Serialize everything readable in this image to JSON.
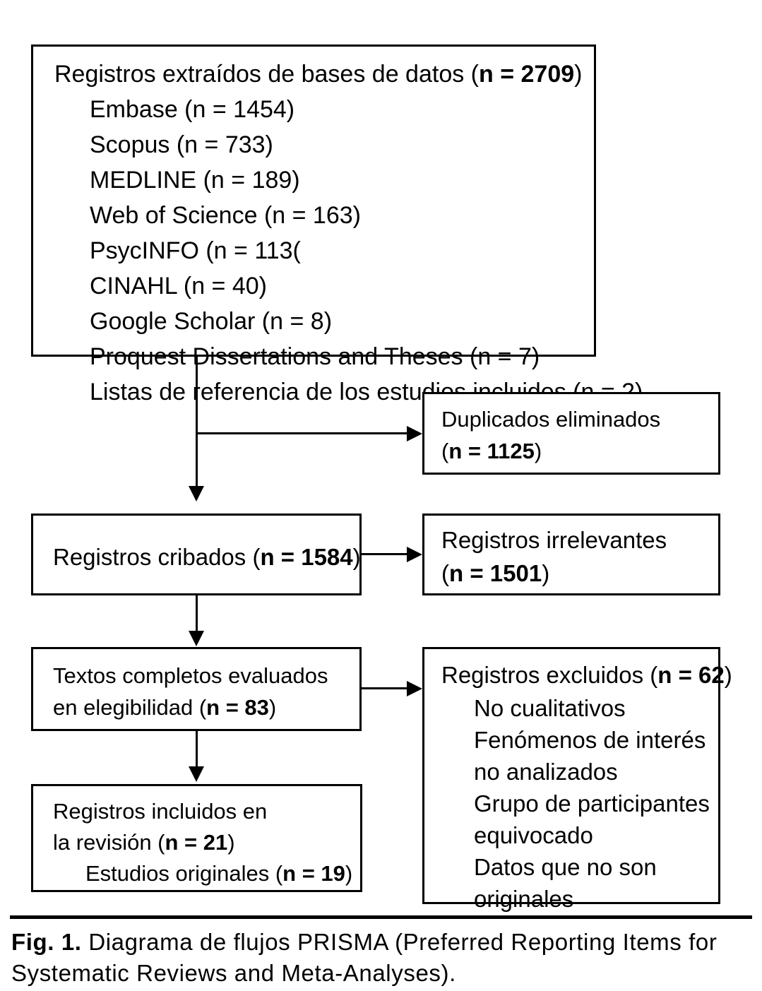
{
  "figure": {
    "caption_label": "Fig. 1.",
    "caption_text": " Diagrama de flujos PRISMA (Preferred Reporting Items for Systematic Reviews and Meta-Analyses)."
  },
  "colors": {
    "stroke": "#000000",
    "background": "#ffffff",
    "text": "#000000"
  },
  "identification_box": {
    "heading_prefix": "Registros extraídos de bases de datos (",
    "heading_n_bold": "n = 2709",
    "heading_suffix": ")",
    "sources": [
      "Embase (n = 1454)",
      "Scopus (n = 733)",
      "MEDLINE (n = 189)",
      "Web of Science (n = 163)",
      "PsycINFO (n = 113(",
      "CINAHL (n = 40)",
      "Google Scholar (n = 8)",
      "Proquest Dissertations and Theses (n = 7)",
      "Listas de referencia de los estudios incluidos (n = 2)"
    ]
  },
  "duplicates_box": {
    "line1": "Duplicados eliminados",
    "line2_prefix": "(",
    "line2_n_bold": "n = 1125",
    "line2_suffix": ")"
  },
  "screened_box": {
    "prefix": "Registros cribados (",
    "n_bold": "n = 1584",
    "suffix": ")"
  },
  "irrelevant_box": {
    "line1": "Registros irrelevantes",
    "line2_prefix": "(",
    "line2_n_bold": "n = 1501",
    "line2_suffix": ")"
  },
  "fulltext_box": {
    "line1": "Textos completos evaluados",
    "line2_prefix": "en elegibilidad (",
    "line2_n_bold": "n = 83",
    "line2_suffix": ")"
  },
  "excluded_box": {
    "heading_prefix": "Registros excluidos (",
    "heading_n_bold": "n = 62",
    "heading_suffix": ")",
    "reasons": [
      "No cualitativos",
      "Fenómenos de interés",
      "no analizados",
      "Grupo de participantes",
      "equivocado",
      "Datos que no son",
      "originales"
    ]
  },
  "included_box": {
    "line1": "Registros incluidos en",
    "line2_prefix": "la revisión (",
    "line2_n_bold": "n = 21",
    "line2_suffix": ")",
    "line3_prefix": "Estudios originales (",
    "line3_n_bold": "n = 19",
    "line3_suffix": ")"
  },
  "flow": {
    "arrow_identification_to_screened": "arrow-down",
    "arrow_identification_to_duplicates": "arrow-right",
    "arrow_screened_to_irrelevant": "arrow-right",
    "arrow_screened_to_fulltext": "arrow-down",
    "arrow_fulltext_to_excluded": "arrow-right",
    "arrow_fulltext_to_included": "arrow-down"
  }
}
